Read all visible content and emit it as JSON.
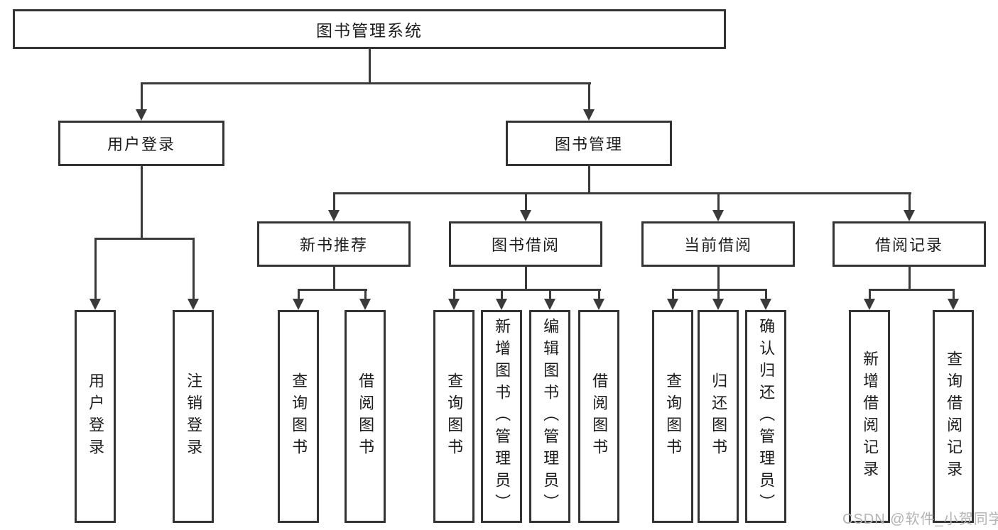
{
  "diagram": {
    "root": {
      "label": "图书管理系统"
    },
    "login": {
      "label": "用户登录",
      "children": [
        {
          "label": "用户登录"
        },
        {
          "label": "注销登录"
        }
      ]
    },
    "mgmt": {
      "label": "图书管理",
      "groups": [
        {
          "label": "新书推荐",
          "children": [
            {
              "label": "查询图书"
            },
            {
              "label": "借阅图书"
            }
          ]
        },
        {
          "label": "图书借阅",
          "children": [
            {
              "label": "查询图书"
            },
            {
              "label": "新增图书（管理员）"
            },
            {
              "label": "编辑图书（管理员）"
            },
            {
              "label": "借阅图书"
            }
          ]
        },
        {
          "label": "当前借阅",
          "children": [
            {
              "label": "查询图书"
            },
            {
              "label": "归还图书"
            },
            {
              "label": "确认归还（管理员）"
            }
          ]
        },
        {
          "label": "借阅记录",
          "children": [
            {
              "label": "新增借阅记录"
            },
            {
              "label": "查询借阅记录"
            }
          ]
        }
      ]
    }
  },
  "watermark": {
    "text": "CSDN @软件_小贺同学"
  },
  "colors": {
    "line": "#3a3a3a",
    "box_border": "#333333",
    "text": "#1c1c1c",
    "watermark": "#b3b3b3",
    "background": "#ffffff"
  }
}
